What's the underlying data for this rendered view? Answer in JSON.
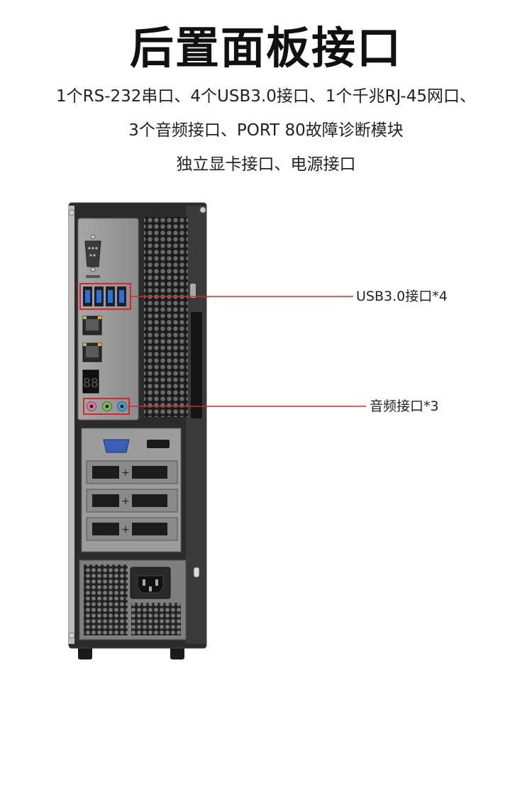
{
  "heading": {
    "title": "后置面板接口",
    "line1": "1个RS-232串口、4个USB3.0接口、1个千兆RJ-45网口、",
    "line2": "3个音频接口、PORT 80故障诊断模块",
    "line3": "独立显卡接口、电源接口"
  },
  "callouts": {
    "usb": "USB3.0接口*4",
    "audio": "音频接口*3"
  },
  "colors": {
    "callout_line": "#d9262b",
    "chassis_dark": "#2b2b2b",
    "panel_grey": "#9a9a9a",
    "usb_blue": "#2f6fd0",
    "audio_pink": "#e87aa0",
    "audio_green": "#7cc242",
    "audio_blue": "#3aa3d8",
    "vga_blue": "#3a5fb8"
  },
  "icons": {
    "serial_port": "db9-connector-icon",
    "usb_port": "usb-port-icon",
    "lan_port": "rj45-port-icon",
    "debug_display": "seven-segment-display-icon",
    "audio_jack": "audio-jack-icon",
    "vga_port": "vga-port-icon",
    "hdmi_port": "hdmi-port-icon",
    "power_socket": "iec-power-socket-icon",
    "lock_slot": "kensington-lock-icon"
  }
}
